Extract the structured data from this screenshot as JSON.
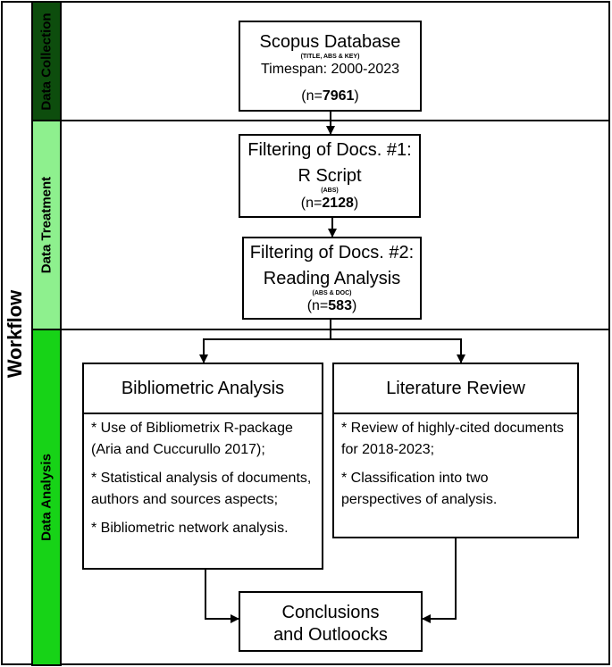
{
  "workflow_label": "Workflow",
  "bands": {
    "collection": "Data Collection",
    "treatment": "Data Treatment",
    "analysis": "Data Analysis"
  },
  "scopus": {
    "title": "Scopus Database",
    "subtitle": "(TITLE, ABS & KEY)",
    "timespan": "Timespan: 2000-2023",
    "count_prefix": "(n=",
    "count_value": "7961",
    "count_suffix": ")"
  },
  "filter1": {
    "title": "Filtering of Docs. #1:",
    "method": "R Script",
    "subtitle": "(ABS)",
    "count_prefix": "(n=",
    "count_value": "2128",
    "count_suffix": ")"
  },
  "filter2": {
    "title": "Filtering of Docs. #2:",
    "method": "Reading Analysis",
    "subtitle": "(ABS & DOC)",
    "count_prefix": "(n=",
    "count_value": "583",
    "count_suffix": ")"
  },
  "bibliometric": {
    "title": "Bibliometric Analysis",
    "items": [
      "* Use of Bibliometrix R-package (Aria and Cuccurullo 2017);",
      "* Statistical analysis of documents, authors and sources aspects;",
      "* Bibliometric network analysis."
    ]
  },
  "review": {
    "title": "Literature Review",
    "items": [
      "* Review of highly-cited documents for 2018-2023;",
      "* Classification into two perspectives of analysis."
    ]
  },
  "conclusions": {
    "line1": "Conclusions",
    "line2": "and Outloocks"
  }
}
